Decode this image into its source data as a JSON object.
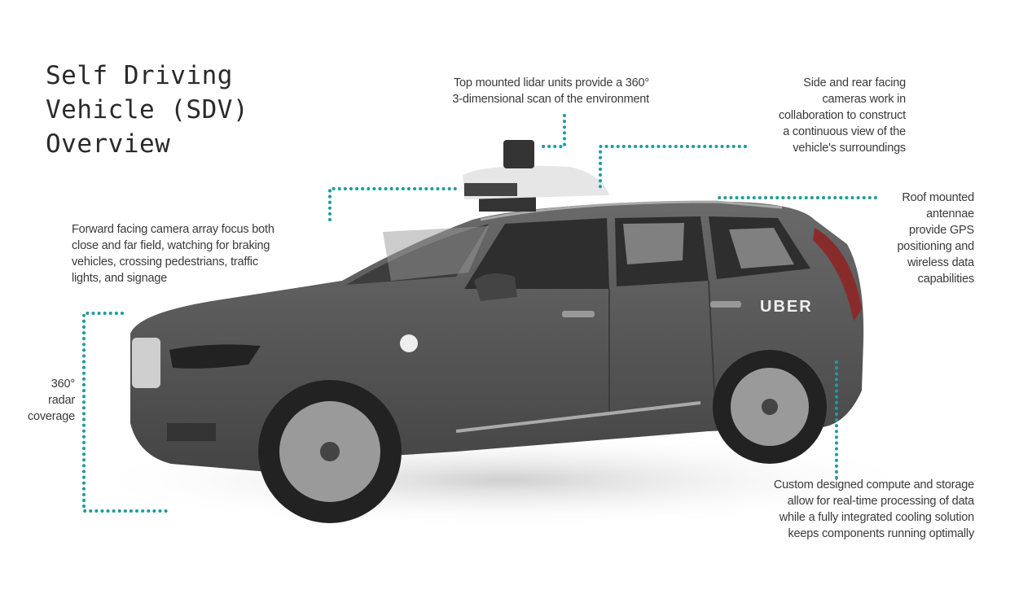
{
  "title": {
    "lines": [
      "Self Driving",
      "Vehicle (SDV)",
      "Overview"
    ]
  },
  "callouts": {
    "lidar": {
      "lines": [
        "Top mounted lidar units provide a 360°",
        "3-dimensional scan of the environment"
      ]
    },
    "side_cameras": {
      "lines": [
        "Side and rear facing",
        "cameras work in",
        "collaboration to construct",
        "a continuous view of the",
        "vehicle's surroundings"
      ]
    },
    "antennae": {
      "lines": [
        "Roof mounted",
        "antennae",
        "provide GPS",
        "positioning and",
        "wireless data",
        "capabilities"
      ]
    },
    "forward_camera": {
      "lines": [
        "Forward facing camera array focus both",
        "close and far field, watching for braking",
        "vehicles, crossing pedestrians, traffic",
        "lights, and signage"
      ]
    },
    "radar": {
      "lines": [
        "360°",
        "radar",
        "coverage"
      ]
    },
    "compute": {
      "lines": [
        "Custom designed compute and storage",
        "allow for real-time processing of data",
        "while a fully integrated cooling solution",
        "keeps components running optimally"
      ]
    }
  },
  "car": {
    "brand_text": "UBER"
  },
  "colors": {
    "accent": "#1f9c9c",
    "car_body": "#5a5a5a"
  }
}
